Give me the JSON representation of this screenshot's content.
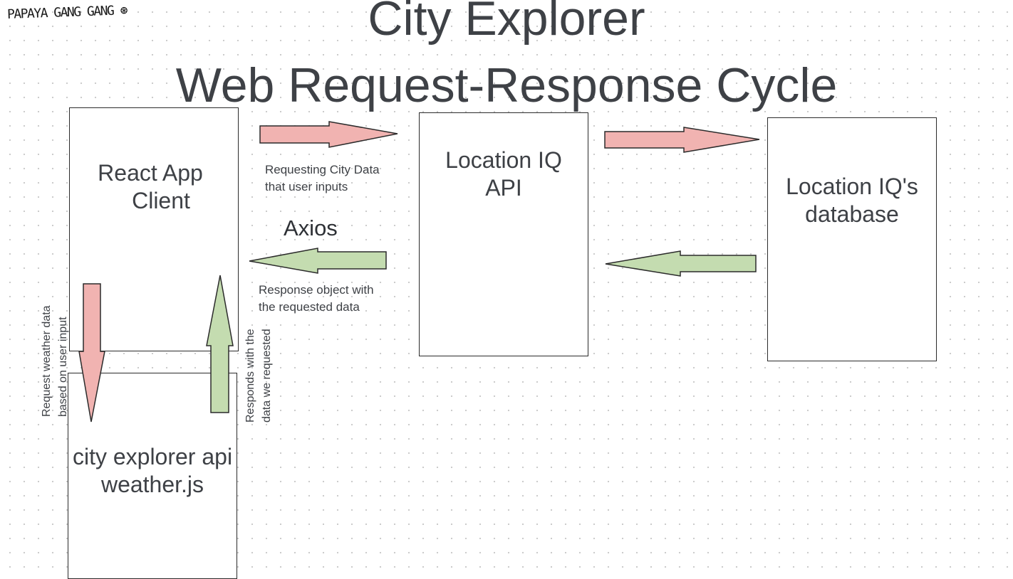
{
  "signature_note": "PAPAYA GANG GANG ⊛",
  "title": "City Explorer",
  "subtitle": "Web Request-Response Cycle",
  "nodes": {
    "react_client": [
      "React App",
      "Client"
    ],
    "location_iq_api": [
      "Location IQ",
      "API"
    ],
    "location_iq_db": [
      "Location IQ's",
      "database"
    ],
    "weather_api": [
      "city explorer api",
      "weather.js"
    ]
  },
  "labels": {
    "request_city": [
      "Requesting City Data",
      "that user inputs"
    ],
    "axios": "Axios",
    "response_object": [
      "Response object with",
      "the requested data"
    ],
    "request_weather": [
      "Request weather data",
      "based on user input"
    ],
    "responds_with": [
      "Responds with the",
      "data we requested"
    ]
  },
  "colors": {
    "request_arrow_fill": "#f1b3b1",
    "response_arrow_fill": "#c4dcb0",
    "stroke": "#2b2b2b"
  }
}
